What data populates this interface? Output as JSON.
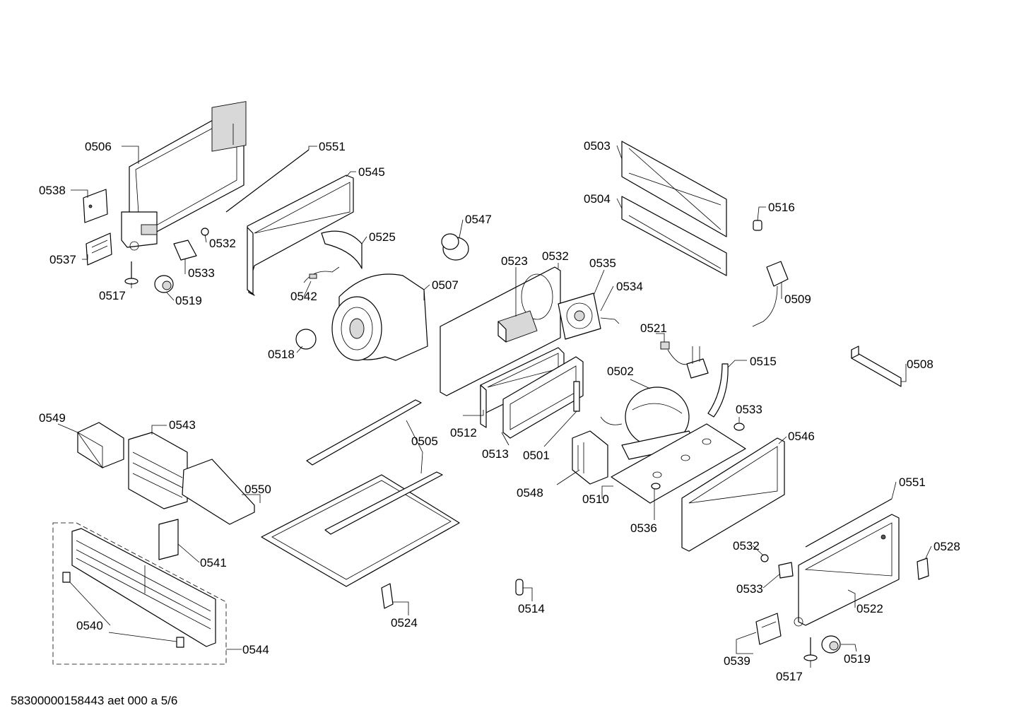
{
  "footer": {
    "text": "58300000158443 aet 000 a 5/6"
  },
  "labels": [
    {
      "id": "l0506",
      "text": "0506"
    },
    {
      "id": "l0538",
      "text": "0538"
    },
    {
      "id": "l0537",
      "text": "0537"
    },
    {
      "id": "l0517a",
      "text": "0517"
    },
    {
      "id": "l0519a",
      "text": "0519"
    },
    {
      "id": "l0533a",
      "text": "0533"
    },
    {
      "id": "l0532a",
      "text": "0532"
    },
    {
      "id": "l0551a",
      "text": "0551"
    },
    {
      "id": "l0545",
      "text": "0545"
    },
    {
      "id": "l0525",
      "text": "0525"
    },
    {
      "id": "l0542",
      "text": "0542"
    },
    {
      "id": "l0547",
      "text": "0547"
    },
    {
      "id": "l0507",
      "text": "0507"
    },
    {
      "id": "l0518",
      "text": "0518"
    },
    {
      "id": "l0523",
      "text": "0523"
    },
    {
      "id": "l0532b",
      "text": "0532"
    },
    {
      "id": "l0535",
      "text": "0535"
    },
    {
      "id": "l0534",
      "text": "0534"
    },
    {
      "id": "l0503",
      "text": "0503"
    },
    {
      "id": "l0504",
      "text": "0504"
    },
    {
      "id": "l0516",
      "text": "0516"
    },
    {
      "id": "l0509",
      "text": "0509"
    },
    {
      "id": "l0521",
      "text": "0521"
    },
    {
      "id": "l0515",
      "text": "0515"
    },
    {
      "id": "l0508",
      "text": "0508"
    },
    {
      "id": "l0502",
      "text": "0502"
    },
    {
      "id": "l0533b",
      "text": "0533"
    },
    {
      "id": "l0512",
      "text": "0512"
    },
    {
      "id": "l0513",
      "text": "0513"
    },
    {
      "id": "l0501",
      "text": "0501"
    },
    {
      "id": "l0505",
      "text": "0505"
    },
    {
      "id": "l0549",
      "text": "0549"
    },
    {
      "id": "l0543",
      "text": "0543"
    },
    {
      "id": "l0550",
      "text": "0550"
    },
    {
      "id": "l0546",
      "text": "0546"
    },
    {
      "id": "l0548",
      "text": "0548"
    },
    {
      "id": "l0510",
      "text": "0510"
    },
    {
      "id": "l0536",
      "text": "0536"
    },
    {
      "id": "l0551b",
      "text": "0551"
    },
    {
      "id": "l0541",
      "text": "0541"
    },
    {
      "id": "l0532c",
      "text": "0532"
    },
    {
      "id": "l0528",
      "text": "0528"
    },
    {
      "id": "l0533c",
      "text": "0533"
    },
    {
      "id": "l0522",
      "text": "0522"
    },
    {
      "id": "l0540",
      "text": "0540"
    },
    {
      "id": "l0544",
      "text": "0544"
    },
    {
      "id": "l0524",
      "text": "0524"
    },
    {
      "id": "l0514",
      "text": "0514"
    },
    {
      "id": "l0539",
      "text": "0539"
    },
    {
      "id": "l0517b",
      "text": "0517"
    },
    {
      "id": "l0519b",
      "text": "0519"
    }
  ]
}
